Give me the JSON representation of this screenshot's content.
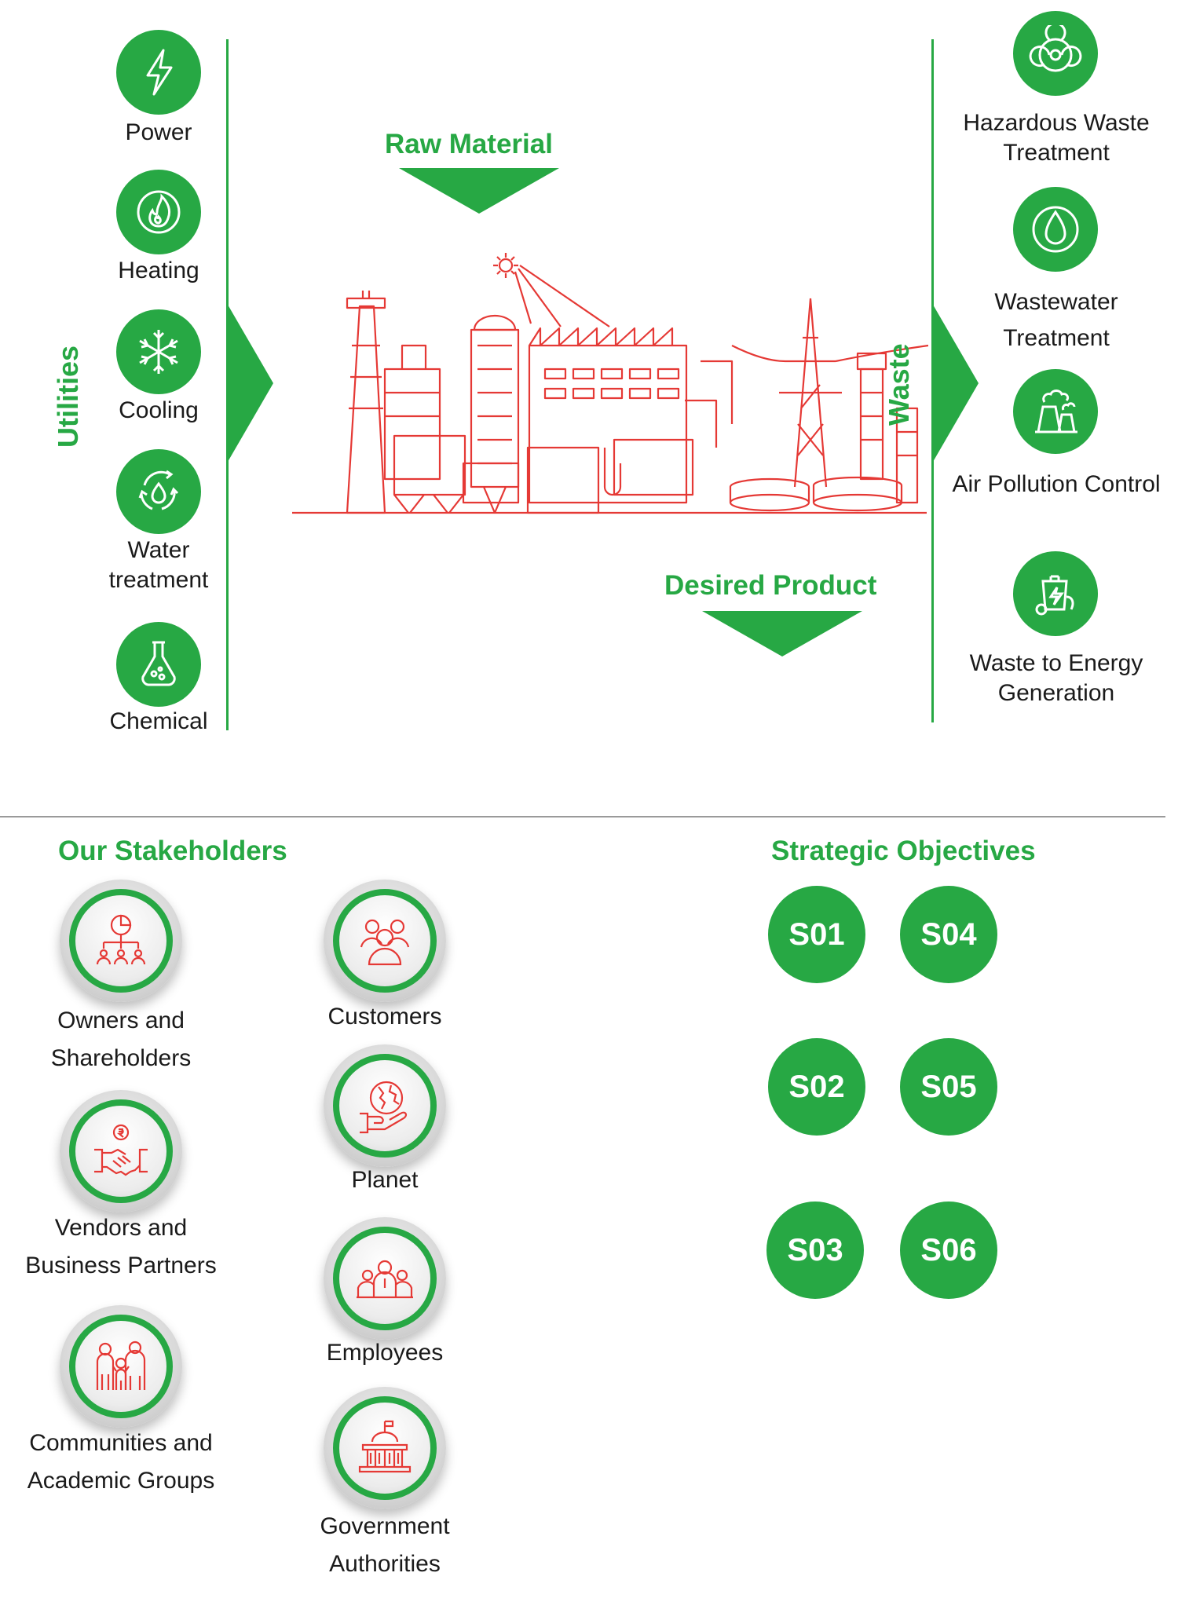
{
  "colors": {
    "accent": "#27a844",
    "plant_line": "#e53935"
  },
  "utilities": {
    "title": "Utilities",
    "items": [
      {
        "label": "Power",
        "icon": "lightning-icon"
      },
      {
        "label": "Heating",
        "icon": "flame-icon"
      },
      {
        "label": "Cooling",
        "icon": "snowflake-icon"
      },
      {
        "label": "Water treatment",
        "icon": "water-recycle-icon"
      },
      {
        "label": "Chemical",
        "icon": "flask-icon"
      }
    ]
  },
  "process": {
    "raw_material": "Raw Material",
    "desired_product": "Desired Product"
  },
  "waste": {
    "title": "Waste",
    "items": [
      {
        "label": "Hazardous Waste Treatment",
        "icon": "biohazard-icon"
      },
      {
        "label": "Wastewater Treatment",
        "icon": "water-drop-icon"
      },
      {
        "label": "Air Pollution Control",
        "icon": "cooling-tower-icon"
      },
      {
        "label": "Waste to Energy Generation",
        "icon": "bin-energy-icon"
      }
    ]
  },
  "stakeholders": {
    "title": "Our Stakeholders",
    "items": [
      {
        "label": "Owners and Shareholders",
        "icon": "org-chart-icon"
      },
      {
        "label": "Customers",
        "icon": "customers-icon"
      },
      {
        "label": "Vendors and Business Partners",
        "icon": "handshake-icon"
      },
      {
        "label": "Planet",
        "icon": "globe-hand-icon"
      },
      {
        "label": "Employees",
        "icon": "employees-icon"
      },
      {
        "label": "Communities and Academic Groups",
        "icon": "family-icon"
      },
      {
        "label": "Government Authorities",
        "icon": "government-building-icon"
      }
    ]
  },
  "objectives": {
    "title": "Strategic Objectives",
    "items": [
      "S01",
      "S02",
      "S03",
      "S04",
      "S05",
      "S06"
    ]
  }
}
